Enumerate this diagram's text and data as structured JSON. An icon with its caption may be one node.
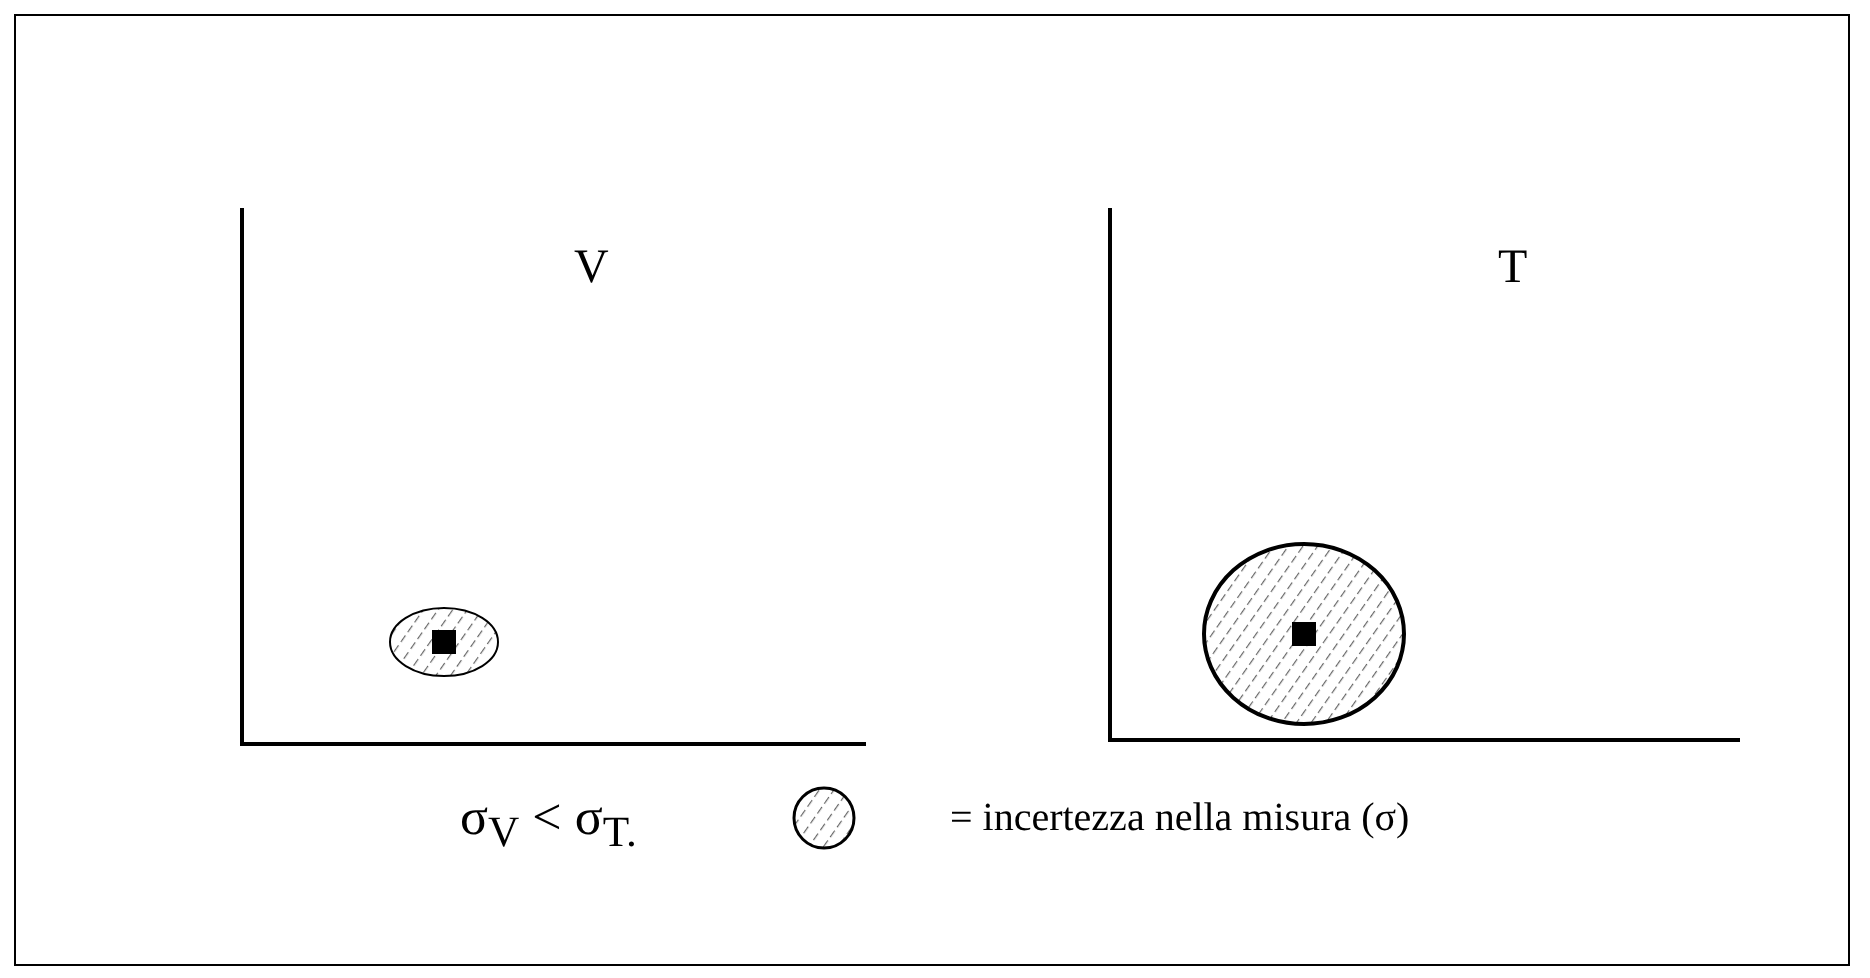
{
  "diagram": {
    "labels": [
      "V",
      "T",
      "σ$_{V}$ < σ$_{T.}$"
    ],
    "legend": [
      {
        "text": "= incertezza nella misura (σ)"
      }
    ]
  }
}
